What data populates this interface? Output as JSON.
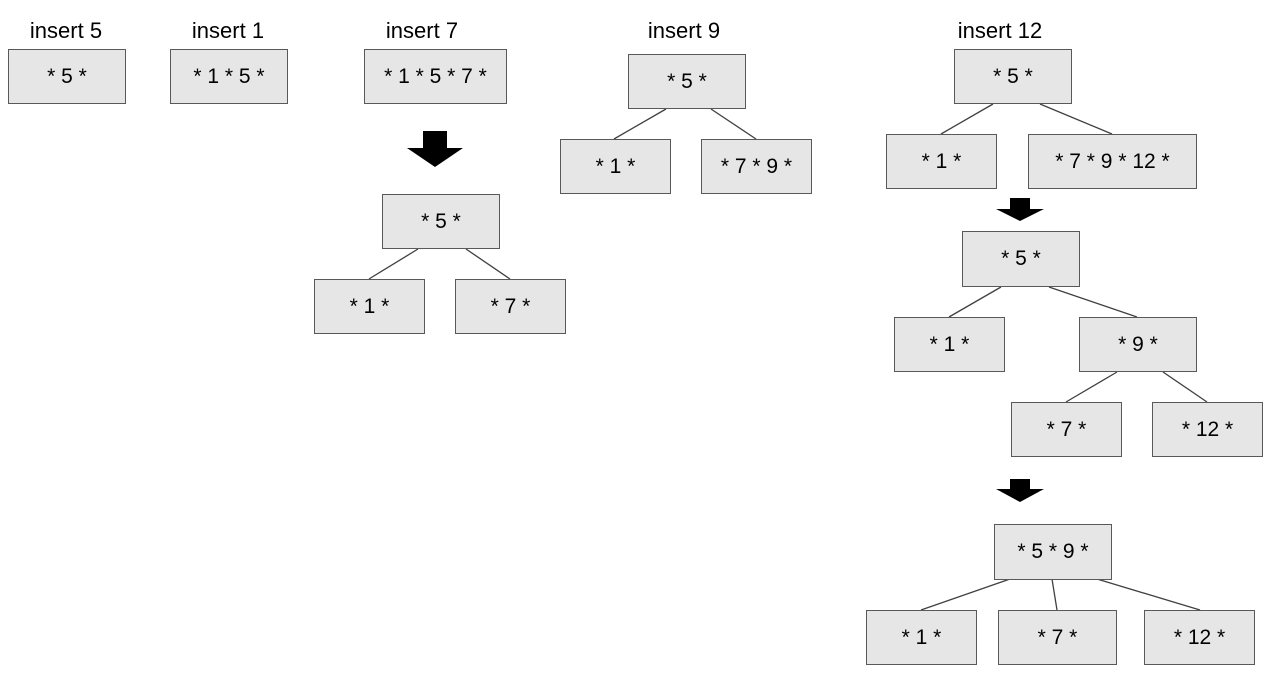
{
  "steps": [
    {
      "caption": "insert 5",
      "trees": [
        {
          "root": {
            "label": "* 5 *"
          }
        }
      ]
    },
    {
      "caption": "insert 1",
      "trees": [
        {
          "root": {
            "label": "* 1 * 5 *"
          }
        }
      ]
    },
    {
      "caption": "insert 7",
      "trees": [
        {
          "root": {
            "label": "* 1 * 5 * 7 *"
          }
        },
        {
          "root": {
            "label": "* 5 *"
          },
          "children": [
            {
              "label": "* 1 *"
            },
            {
              "label": "* 7 *"
            }
          ]
        }
      ]
    },
    {
      "caption": "insert 9",
      "trees": [
        {
          "root": {
            "label": "* 5 *"
          },
          "children": [
            {
              "label": "* 1 *"
            },
            {
              "label": "* 7 * 9 *"
            }
          ]
        }
      ]
    },
    {
      "caption": "insert 12",
      "trees": [
        {
          "root": {
            "label": "* 5 *"
          },
          "children": [
            {
              "label": "* 1 *"
            },
            {
              "label": "* 7 * 9 * 12 *"
            }
          ]
        },
        {
          "root": {
            "label": "* 5 *"
          },
          "children": [
            {
              "label": "* 1 *"
            },
            {
              "label": "* 9 *"
            }
          ],
          "grandchildren": [
            {
              "label": "* 7 *"
            },
            {
              "label": "* 12 *"
            }
          ]
        },
        {
          "root": {
            "label": "* 5 * 9 *"
          },
          "children": [
            {
              "label": "* 1 *"
            },
            {
              "label": "* 7 *"
            },
            {
              "label": "* 12 *"
            }
          ]
        }
      ]
    }
  ],
  "colors": {
    "node_fill": "#e6e6e6",
    "node_border": "#595959",
    "edge": "#404040",
    "arrow": "#000000"
  },
  "icons": {
    "transition": "down-arrow-icon"
  }
}
